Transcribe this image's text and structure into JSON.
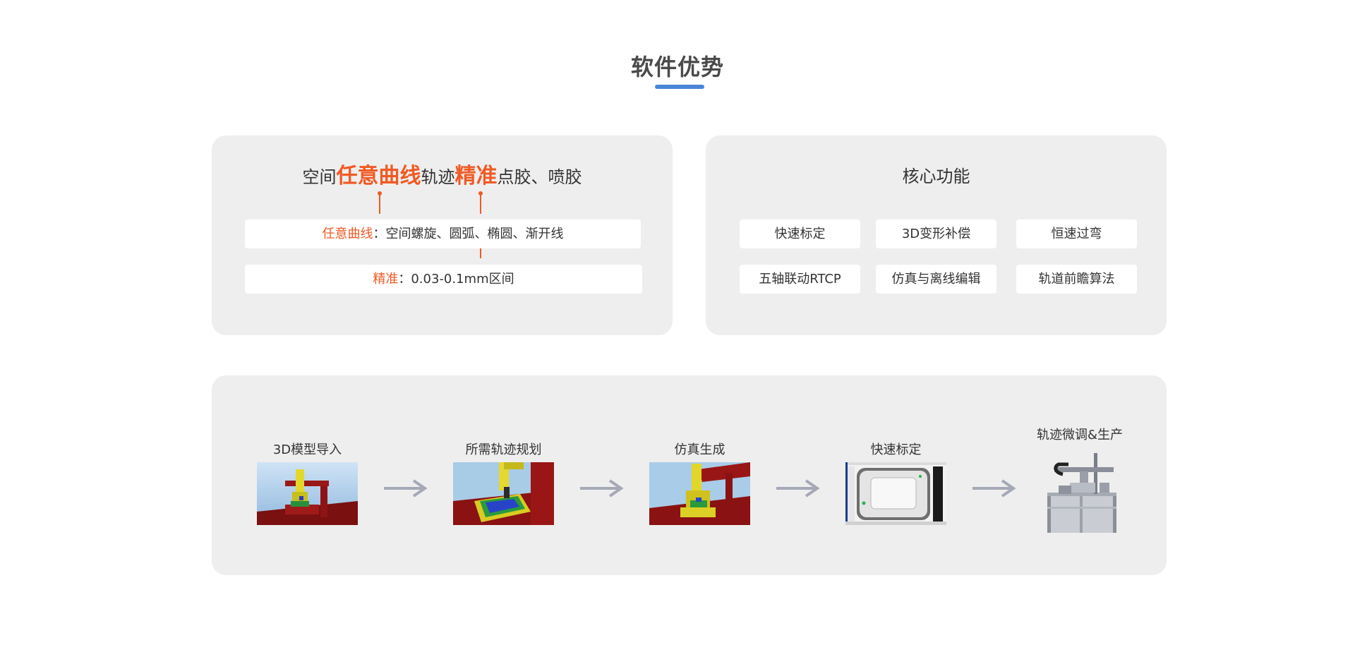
{
  "section": {
    "title": "软件优势"
  },
  "feature": {
    "headline_parts": [
      "空间",
      "任意曲线",
      "轨迹",
      "精准",
      "点胶、喷胶"
    ],
    "rows": [
      {
        "key": "任意曲线",
        "sep": "：",
        "value": "空间螺旋、圆弧、椭圆、渐开线"
      },
      {
        "key": "精准",
        "sep": "：",
        "value": "0.03-0.1mm区间"
      }
    ],
    "accent_color": "#f05a24"
  },
  "core": {
    "title": "核心功能",
    "items": [
      "快速标定",
      "3D变形补偿",
      "恒速过弯",
      "五轴联动RTCP",
      "仿真与离线编辑",
      "轨道前瞻算法"
    ]
  },
  "process": {
    "steps": [
      {
        "label": "3D模型导入",
        "icon": "robot-cell-3d-model-image"
      },
      {
        "label": "所需轨迹规划",
        "icon": "trajectory-plan-image"
      },
      {
        "label": "仿真生成",
        "icon": "simulation-image"
      },
      {
        "label": "快速标定",
        "icon": "calibration-screen-image"
      },
      {
        "label": "轨迹微调&生产",
        "icon": "dispensing-machine-image"
      }
    ],
    "arrow_icon": "arrow-right-icon"
  },
  "colors": {
    "card_bg": "#eeeeee",
    "title_underline": "#4a86d8"
  }
}
